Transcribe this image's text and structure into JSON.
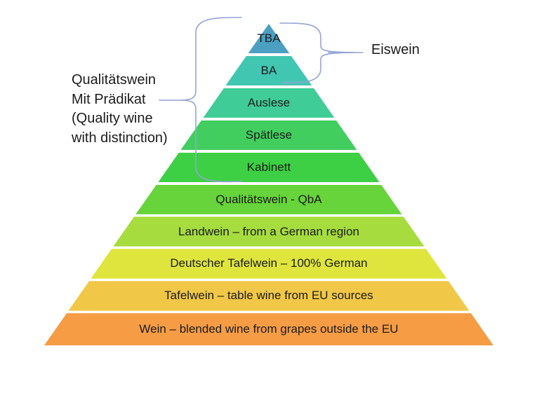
{
  "canvas": {
    "background": "#FFFFFF",
    "text_color": "#1C1C1C"
  },
  "pyramid": {
    "separator_color": "#FFFFFF",
    "layers": [
      {
        "label": "TBA",
        "color": "#4BA0C2"
      },
      {
        "label": "BA",
        "color": "#41C6B2"
      },
      {
        "label": "Auslese",
        "color": "#3FCC96"
      },
      {
        "label": "Spätlese",
        "color": "#42CD5F"
      },
      {
        "label": "Kabinett",
        "color": "#3DD044"
      },
      {
        "label": "Qualitätswein - QbA",
        "color": "#66D43A"
      },
      {
        "label": "Landwein – from a German region",
        "color": "#A6DC3E"
      },
      {
        "label": "Deutscher Tafelwein – 100% German",
        "color": "#DFE53C"
      },
      {
        "label": "Tafelwein – table wine from EU sources",
        "color": "#F0C747"
      },
      {
        "label": "Wein – blended wine from grapes outside the EU",
        "color": "#F59C45"
      }
    ]
  },
  "annotations": {
    "brace_color": "#94A4D6",
    "left": {
      "lines": [
        "Qualitätswein",
        "Mit Prädikat",
        "(Quality wine",
        "with distinction)"
      ]
    },
    "right": {
      "label": "Eiswein"
    }
  }
}
